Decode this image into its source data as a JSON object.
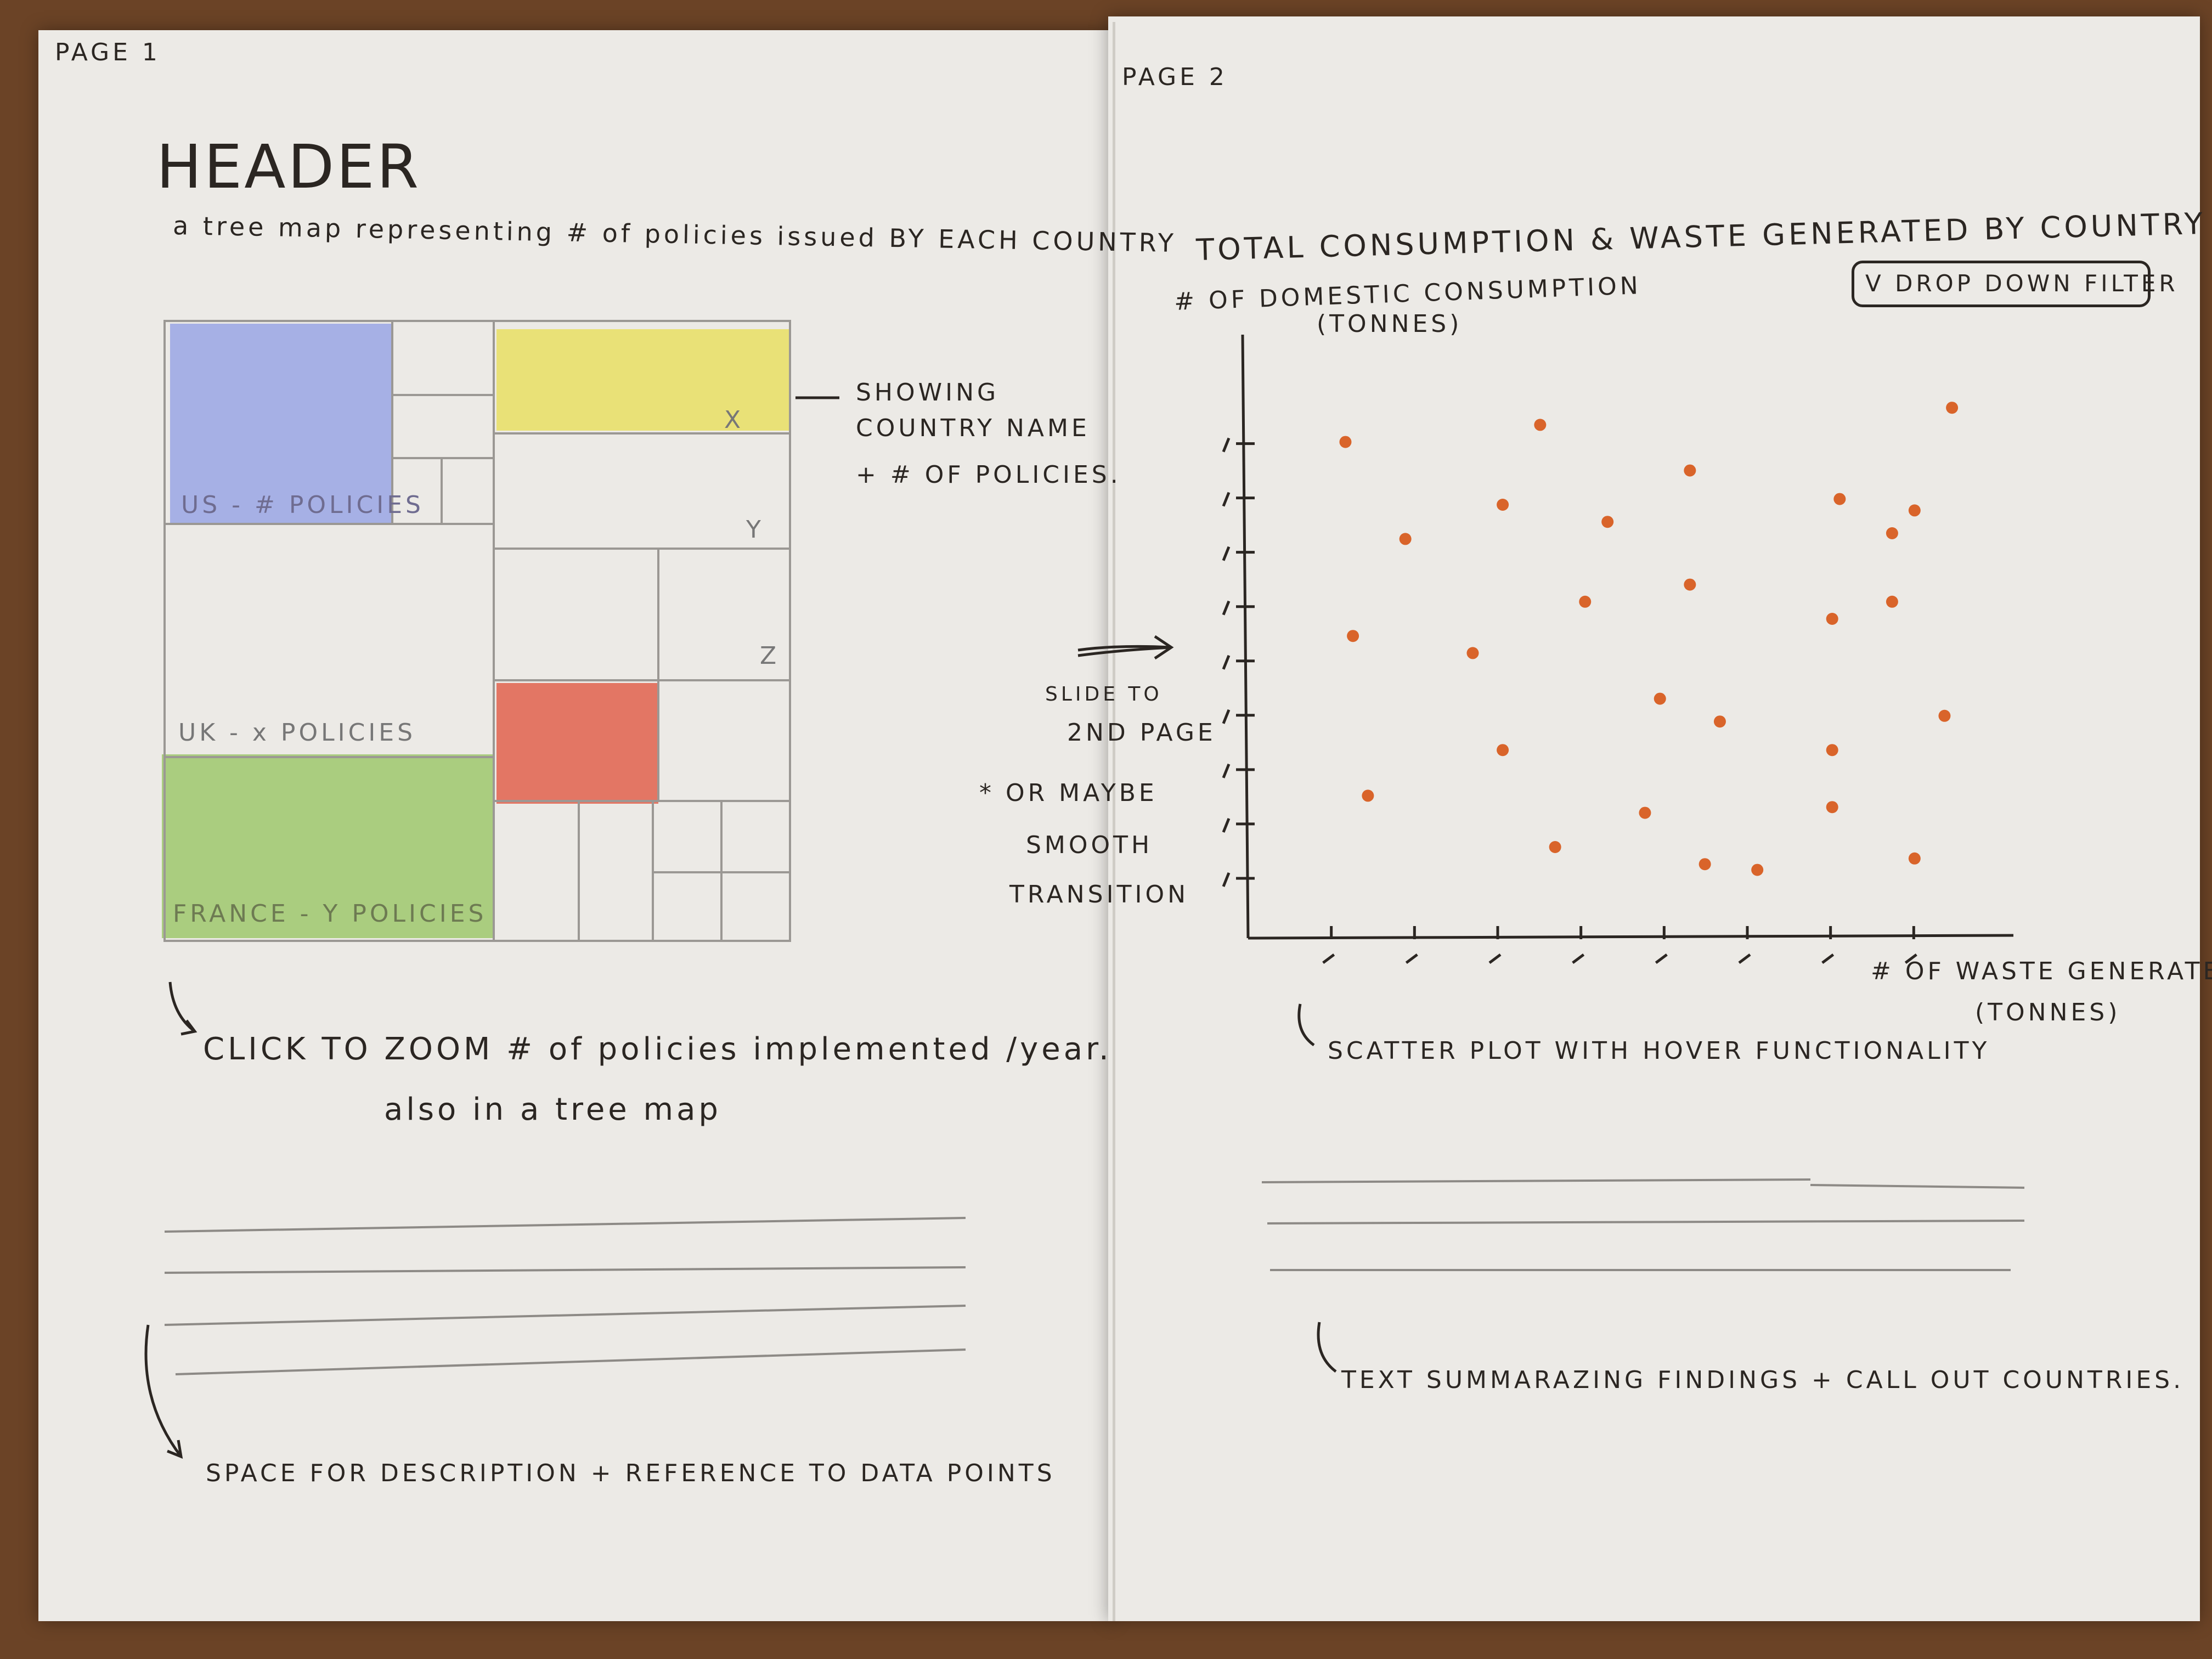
{
  "page1": {
    "page_label": "PAGE 1",
    "header": "HEADER",
    "subtitle": "a tree map representing # of policies issued BY EACH COUNTRY",
    "treemap": {
      "cells": [
        {
          "label": "US - # POLICIES",
          "color": "#9aa6e4"
        },
        {
          "label": "",
          "color": "#e9e06a"
        },
        {
          "label": "",
          "color": "#e2614c"
        },
        {
          "label": "UK - x POLICIES",
          "color": ""
        },
        {
          "label": "FRANCE - Y POLICIES",
          "color": "#9fc86c"
        }
      ],
      "cell_letters": [
        "X",
        "Y",
        "Z"
      ]
    },
    "annotation": [
      "SHOWING",
      "COUNTRY NAME",
      "+ # OF POLICIES."
    ],
    "zoom_note": "CLICK TO ZOOM # of policies implemented /year.",
    "zoom_note_2": "also in a tree map",
    "description_note": "SPACE FOR DESCRIPTION + REFERENCE TO DATA POINTS"
  },
  "middle": {
    "slide_note": [
      "SLIDE TO",
      "2ND PAGE"
    ],
    "transition_note": [
      "* OR MAYBE",
      "SMOOTH",
      "TRANSITION"
    ]
  },
  "page2": {
    "page_label": "PAGE 2",
    "title": "TOTAL CONSUMPTION & WASTE GENERATED BY COUNTRY",
    "filter_label": "V DROP DOWN FILTER",
    "y_label_1": "# OF DOMESTIC CONSUMPTION",
    "y_label_2": "(TONNES)",
    "x_label_1": "# OF WASTE GENERATED",
    "x_label_2": "(TONNES)",
    "scatter_note": "SCATTER PLOT WITH HOVER FUNCTIONALITY",
    "text_note": "TEXT SUMMARAZING FINDINGS + CALL OUT COUNTRIES."
  },
  "chart_data": {
    "type": "scatter",
    "title": "TOTAL CONSUMPTION & WASTE GENERATED BY COUNTRY",
    "xlabel": "# OF WASTE GENERATED (TONNES)",
    "ylabel": "# OF DOMESTIC CONSUMPTION (TONNES)",
    "xlim": [
      0,
      10
    ],
    "ylim": [
      0,
      10
    ],
    "grid": false,
    "color": "#d9642a",
    "points": [
      {
        "x": 1.3,
        "y": 8.6
      },
      {
        "x": 3.9,
        "y": 8.9
      },
      {
        "x": 9.4,
        "y": 9.2
      },
      {
        "x": 5.9,
        "y": 8.1
      },
      {
        "x": 3.4,
        "y": 7.5
      },
      {
        "x": 7.9,
        "y": 7.6
      },
      {
        "x": 2.1,
        "y": 6.9
      },
      {
        "x": 4.8,
        "y": 7.2
      },
      {
        "x": 8.9,
        "y": 7.4
      },
      {
        "x": 8.6,
        "y": 7.0
      },
      {
        "x": 4.5,
        "y": 5.8
      },
      {
        "x": 5.9,
        "y": 6.1
      },
      {
        "x": 8.6,
        "y": 5.8
      },
      {
        "x": 7.8,
        "y": 5.5
      },
      {
        "x": 1.4,
        "y": 5.2
      },
      {
        "x": 3.0,
        "y": 4.9
      },
      {
        "x": 5.5,
        "y": 4.1
      },
      {
        "x": 6.3,
        "y": 3.7
      },
      {
        "x": 9.3,
        "y": 3.8
      },
      {
        "x": 3.4,
        "y": 3.2
      },
      {
        "x": 7.8,
        "y": 3.2
      },
      {
        "x": 1.6,
        "y": 2.4
      },
      {
        "x": 5.3,
        "y": 2.1
      },
      {
        "x": 7.8,
        "y": 2.2
      },
      {
        "x": 4.1,
        "y": 1.5
      },
      {
        "x": 6.1,
        "y": 1.2
      },
      {
        "x": 6.8,
        "y": 1.1
      },
      {
        "x": 8.9,
        "y": 1.3
      }
    ]
  }
}
